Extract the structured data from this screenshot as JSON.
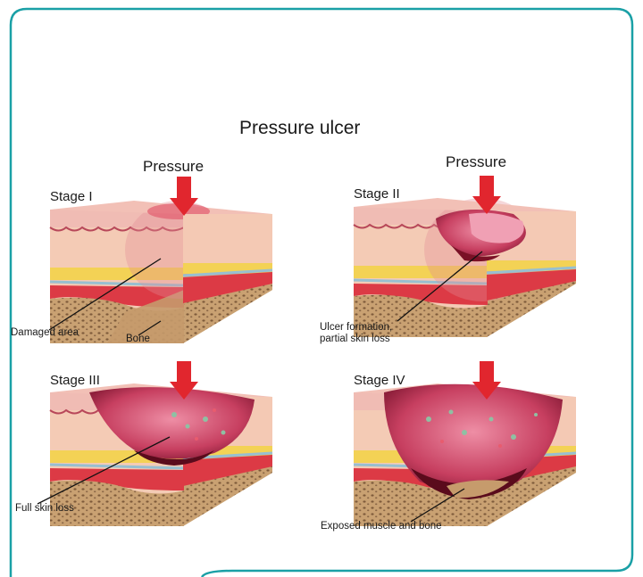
{
  "title": "Pressure ulcer",
  "pressure_labels": [
    "Pressure",
    "Pressure"
  ],
  "stages": [
    {
      "name": "Stage I",
      "labels": [
        "Damaged area",
        "Bone"
      ]
    },
    {
      "name": "Stage II",
      "labels": [
        "Ulcer formation,",
        "partial skin loss"
      ]
    },
    {
      "name": "Stage III",
      "labels": [
        "Full skin loss"
      ]
    },
    {
      "name": "Stage IV",
      "labels": [
        "Exposed muscle and bone"
      ]
    }
  ],
  "colors": {
    "frame": "#1aa0a6",
    "arrow": "#e1262e",
    "epidermis": "#f0c4bc",
    "dermis": "#f3c7ae",
    "fat": "#f3d255",
    "fascia": "#98bfd0",
    "muscle": "#dc3a45",
    "bone": "#c69b6c",
    "wound": "#c43a5a"
  }
}
